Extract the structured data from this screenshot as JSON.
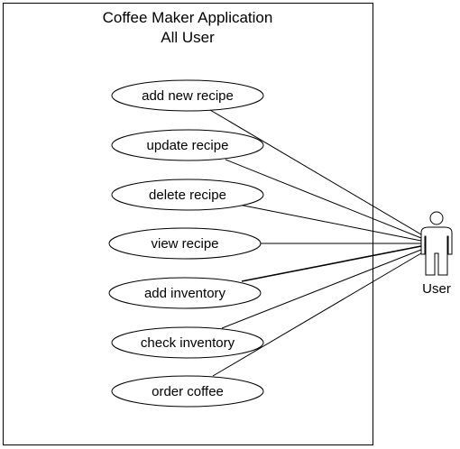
{
  "system": {
    "title_line1": "Coffee Maker Application",
    "title_line2": "All User"
  },
  "use_cases": [
    {
      "id": "add-new-recipe",
      "label": "add new recipe"
    },
    {
      "id": "update-recipe",
      "label": "update recipe"
    },
    {
      "id": "delete-recipe",
      "label": "delete recipe"
    },
    {
      "id": "view-recipe",
      "label": "view recipe"
    },
    {
      "id": "add-inventory",
      "label": "add inventory"
    },
    {
      "id": "check-inventory",
      "label": "check inventory"
    },
    {
      "id": "order-coffee",
      "label": "order coffee"
    }
  ],
  "actor": {
    "label": "User",
    "icon": "stick-figure-actor-icon"
  },
  "associations": [
    {
      "from": "User",
      "to": "add new recipe"
    },
    {
      "from": "User",
      "to": "update recipe"
    },
    {
      "from": "User",
      "to": "delete recipe"
    },
    {
      "from": "User",
      "to": "view recipe"
    },
    {
      "from": "User",
      "to": "add inventory"
    },
    {
      "from": "User",
      "to": "check inventory"
    },
    {
      "from": "User",
      "to": "order coffee"
    }
  ]
}
